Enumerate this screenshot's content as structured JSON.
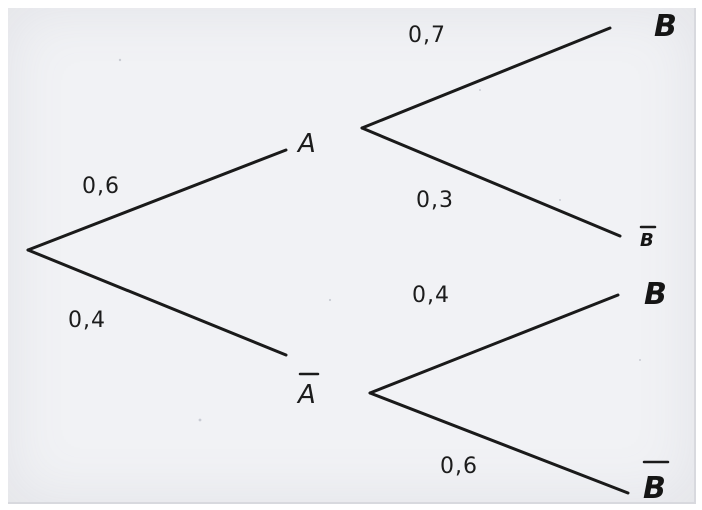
{
  "tree": {
    "level1": {
      "upper": {
        "probability": "0,6",
        "event": "A"
      },
      "lower": {
        "probability": "0,4",
        "event": "A"
      }
    },
    "from_A": {
      "upper": {
        "probability": "0,7",
        "event": "B"
      },
      "lower": {
        "probability": "0,3",
        "event": "B"
      }
    },
    "from_A_bar": {
      "upper": {
        "probability": "0,4",
        "event": "B"
      },
      "lower": {
        "probability": "0,6",
        "event": "B"
      }
    }
  }
}
